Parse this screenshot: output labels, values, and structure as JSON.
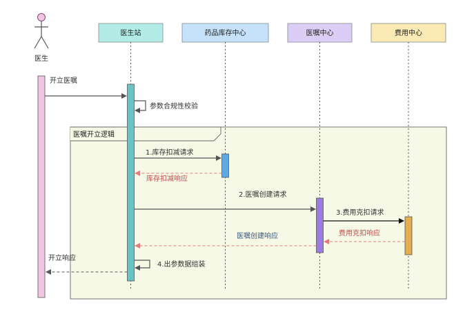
{
  "actor": {
    "label": "医生"
  },
  "participants": [
    {
      "id": "doctor_station",
      "label": "医生站",
      "color": "#b3ece6"
    },
    {
      "id": "drug_stock",
      "label": "药品库存中心",
      "color": "#c6e2fb"
    },
    {
      "id": "order_center",
      "label": "医嘱中心",
      "color": "#dccdf7"
    },
    {
      "id": "fee_center",
      "label": "费用中心",
      "color": "#fbeab3"
    }
  ],
  "activation_colors": {
    "actor": "#f2c4e3",
    "doctor_station": "#67c5c5",
    "drug_stock": "#5fa8e5",
    "order_center": "#9b7ce0",
    "fee_center": "#e3ad52"
  },
  "group": {
    "title": "医嘱开立逻辑",
    "fill": "#f6f9e6"
  },
  "messages": {
    "m0": "开立医嘱",
    "m1": "参数合规性校验",
    "m2": "1.库存扣减请求",
    "m3": "库存扣减响应",
    "m4": "2.医嘱创建请求",
    "m5": "3.费用克扣请求",
    "m6": "费用克扣响应",
    "m7": "医嘱创建响应",
    "m8": "4.出参数据组装",
    "m9": "开立响应"
  }
}
